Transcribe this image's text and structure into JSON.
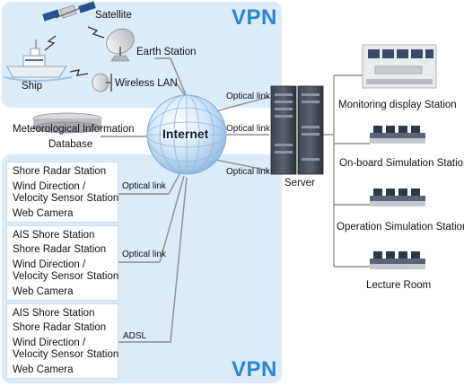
{
  "vpn_label": "VPN",
  "satellite": "Satellite",
  "earth_station": "Earth Station",
  "ship": "Ship",
  "wireless_lan": "Wireless LAN",
  "internet": "Internet",
  "meteorological": {
    "line1": "Meteorological Information",
    "line2": "Database"
  },
  "optical_link": "Optical link",
  "adsl": "ADSL",
  "server": "Server",
  "stations_group1": [
    "Shore Radar Station",
    "Wind Direction /",
    "Velocity Sensor Station",
    "Web Camera"
  ],
  "stations_group2": [
    "AIS Shore Station",
    "Shore Radar Station",
    "Wind Direction /",
    "Velocity Sensor Station",
    "Web Camera"
  ],
  "stations_group3": [
    "AIS Shore Station",
    "Shore Radar Station",
    "Wind Direction /",
    "Velocity Sensor Station",
    "Web Camera"
  ],
  "endpoints": [
    "Monitoring display Station",
    "On-board Simulation Station",
    "Operation Simulation Station",
    "Lecture Room"
  ],
  "colors": {
    "vpn_bg": "#dcebf8",
    "vpn_text": "#2a86d1",
    "wire": "#8e8e8e"
  }
}
